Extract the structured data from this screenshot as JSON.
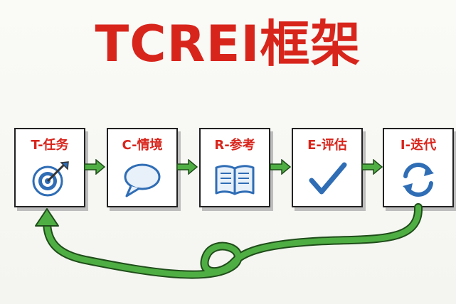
{
  "title": "TCREI框架",
  "steps": [
    {
      "label": "T-任务",
      "icon": "target-icon"
    },
    {
      "label": "C-情境",
      "icon": "speech-bubble-icon"
    },
    {
      "label": "R-参考",
      "icon": "book-icon"
    },
    {
      "label": "E-评估",
      "icon": "checkmark-icon"
    },
    {
      "label": "I-迭代",
      "icon": "refresh-cycle-icon"
    }
  ],
  "colors": {
    "title": "#d8251c",
    "label": "#d8251c",
    "icon": "#2f6db5",
    "arrow": "#4fae43"
  }
}
